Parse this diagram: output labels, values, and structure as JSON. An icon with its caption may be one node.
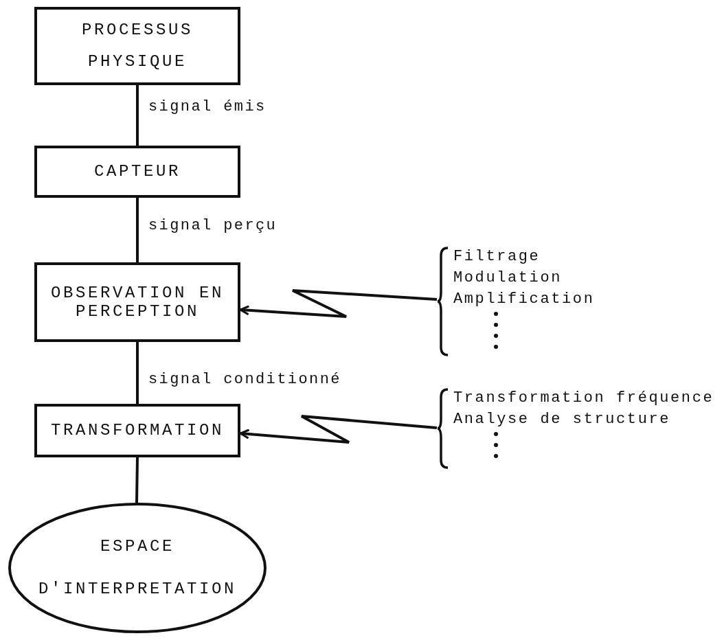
{
  "diagram": {
    "nodes": [
      {
        "text": [
          "PROCESSUS PHYSIQUE"
        ]
      },
      {
        "text": [
          "CAPTEUR"
        ]
      },
      {
        "text": [
          "OBSERVATION EN PERCEPTION"
        ]
      },
      {
        "text": [
          "TRANSFORMATION"
        ]
      },
      {
        "text": [
          "ESPACE D'INTERPRETATION"
        ]
      },
      {
        "text": [
          "Filtrage",
          "Modulation",
          "Amplification"
        ]
      },
      {
        "text": [
          "Transformation fréquence",
          "Analyse de structure"
        ]
      }
    ],
    "edges": [
      {
        "from": 0,
        "to": 1,
        "arrow": "none",
        "label": "signal émis"
      },
      {
        "from": 1,
        "to": 2,
        "arrow": "none",
        "label": "signal perçu"
      },
      {
        "from": 2,
        "to": 3,
        "arrow": "none",
        "label": "signal conditionné"
      },
      {
        "from": 3,
        "to": 4,
        "arrow": "none"
      },
      {
        "from": 5,
        "to": 2,
        "arrow": "to"
      },
      {
        "from": 6,
        "to": 3,
        "arrow": "to"
      }
    ]
  }
}
